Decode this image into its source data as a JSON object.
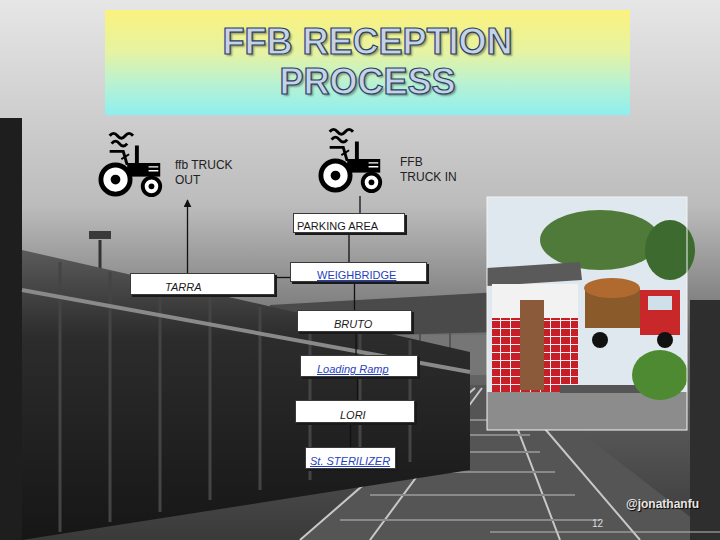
{
  "diagram": {
    "title": "FFB RECEPTION PROCESS",
    "nodes": [
      {
        "text": [
          "ffb TRUCK OUT"
        ]
      },
      {
        "text": [
          "FFB TRUCK IN"
        ]
      },
      {
        "text": [
          "PARKING AREA"
        ]
      },
      {
        "text": [
          "WEIGHBRIDGE"
        ]
      },
      {
        "text": [
          "TARRA"
        ]
      },
      {
        "text": [
          "BRUTO"
        ]
      },
      {
        "text": [
          "Loading Ramp"
        ]
      },
      {
        "text": [
          "LORI"
        ]
      },
      {
        "text": [
          "St. STERILIZER"
        ]
      }
    ],
    "edges": [
      {
        "from": 1,
        "to": 2,
        "arrow": "none"
      },
      {
        "from": 2,
        "to": 3,
        "arrow": "none"
      },
      {
        "from": 3,
        "to": 4,
        "arrow": "none"
      },
      {
        "from": 4,
        "to": 0,
        "arrow": "to"
      },
      {
        "from": 3,
        "to": 5,
        "arrow": "none"
      },
      {
        "from": 5,
        "to": 6,
        "arrow": "none"
      },
      {
        "from": 6,
        "to": 7,
        "arrow": "none"
      },
      {
        "from": 7,
        "to": 8,
        "arrow": "none"
      }
    ],
    "labels": [
      "@jonathanfu",
      "12"
    ]
  }
}
